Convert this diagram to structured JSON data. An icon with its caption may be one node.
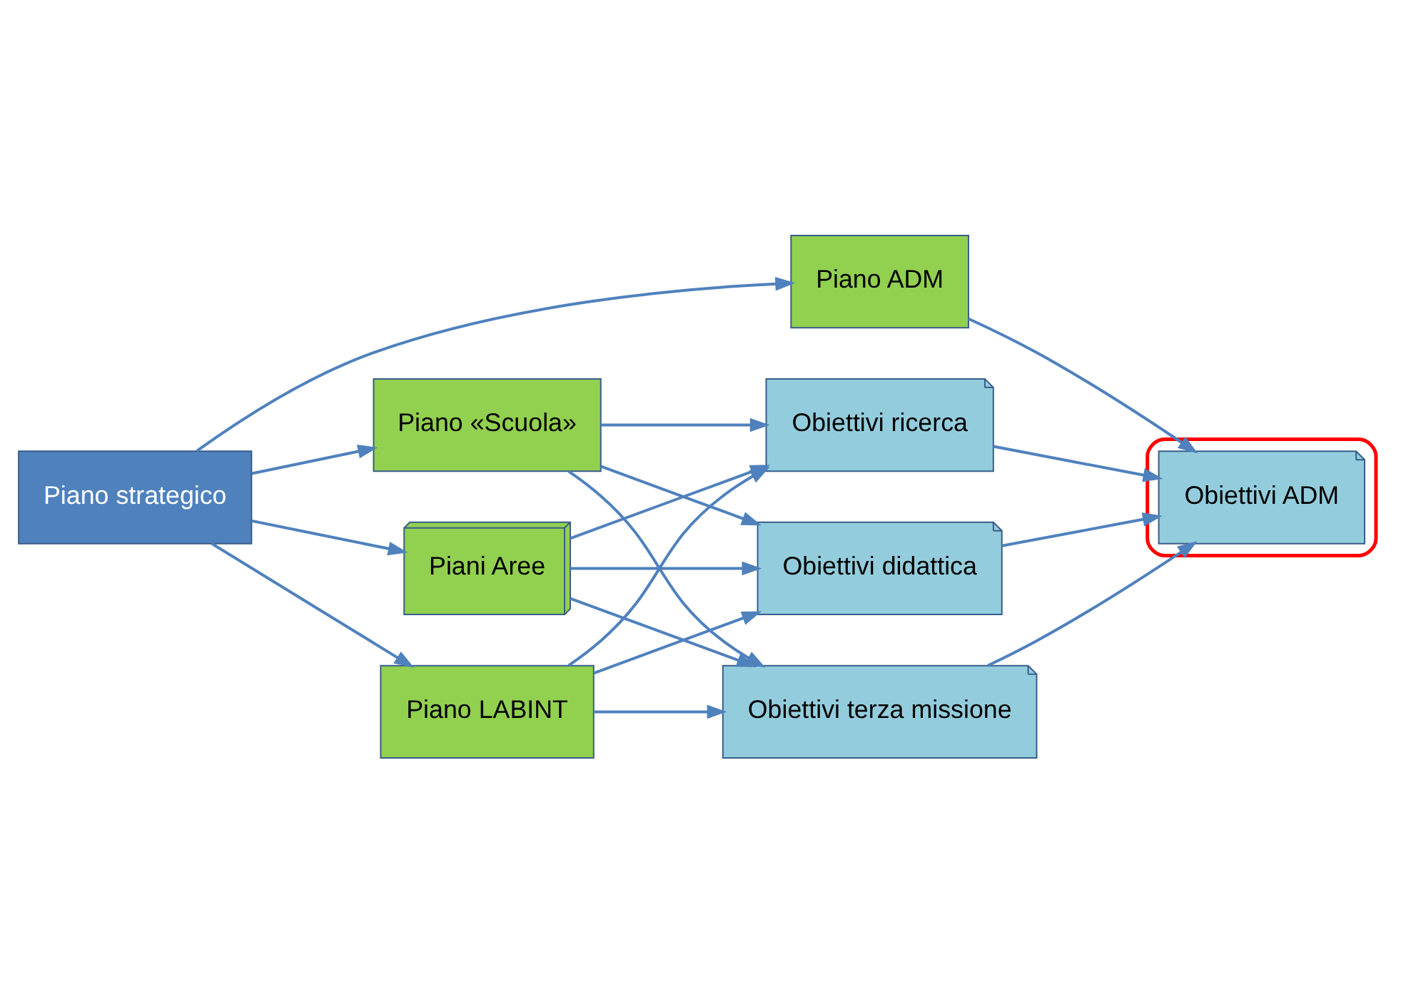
{
  "diagram": {
    "nodes": [
      {
        "text": [
          "Piano strategico"
        ]
      },
      {
        "text": [
          "Piano «Scuola»"
        ]
      },
      {
        "text": [
          "Piani Aree"
        ]
      },
      {
        "text": [
          "Piano LABINT"
        ]
      },
      {
        "text": [
          "Piano ADM"
        ]
      },
      {
        "text": [
          "Obiettivi ricerca"
        ]
      },
      {
        "text": [
          "Obiettivi didattica"
        ]
      },
      {
        "text": [
          "Obiettivi terza missione"
        ]
      },
      {
        "text": [],
        "shape": "ellipse"
      },
      {
        "text": [
          "Obiettivi ADM"
        ],
        "in": 8
      }
    ],
    "edges": [
      {
        "from": 0,
        "to": 1,
        "arrow": "to"
      },
      {
        "from": 0,
        "to": 2,
        "arrow": "to"
      },
      {
        "from": 0,
        "to": 3,
        "arrow": "to"
      },
      {
        "from": 0,
        "to": 4,
        "arrow": "to"
      },
      {
        "from": 1,
        "to": 5,
        "arrow": "to"
      },
      {
        "from": 1,
        "to": 6,
        "arrow": "to"
      },
      {
        "from": 1,
        "to": 7,
        "arrow": "to"
      },
      {
        "from": 2,
        "to": 5,
        "arrow": "to"
      },
      {
        "from": 2,
        "to": 6,
        "arrow": "to"
      },
      {
        "from": 2,
        "to": 7,
        "arrow": "to"
      },
      {
        "from": 3,
        "to": 5,
        "arrow": "to"
      },
      {
        "from": 3,
        "to": 6,
        "arrow": "to"
      },
      {
        "from": 3,
        "to": 7,
        "arrow": "to"
      },
      {
        "from": 4,
        "to": 9,
        "arrow": "to"
      },
      {
        "from": 5,
        "to": 9,
        "arrow": "to"
      },
      {
        "from": 6,
        "to": 9,
        "arrow": "to"
      },
      {
        "from": 7,
        "to": 9,
        "arrow": "to"
      }
    ]
  }
}
